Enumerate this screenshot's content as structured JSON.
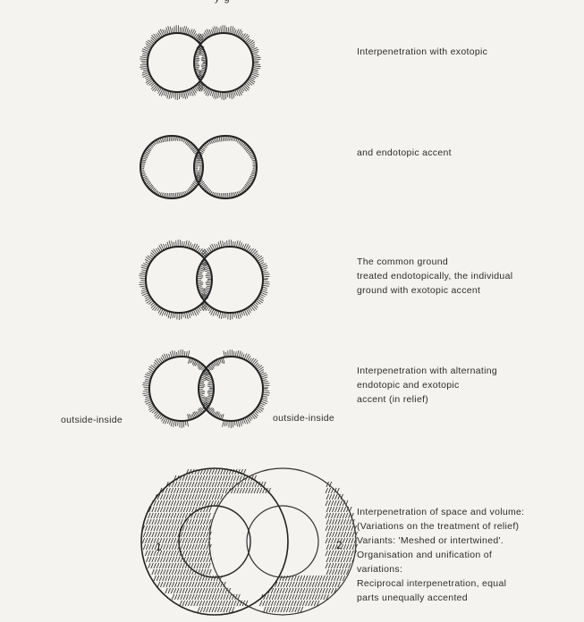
{
  "header_fragment": "y            g",
  "figures": [
    {
      "id": "exotopic",
      "caption_lines": [
        "Interpenetration with exotopic"
      ]
    },
    {
      "id": "endotopic",
      "caption_lines": [
        "and endotopic accent"
      ]
    },
    {
      "id": "common-ground",
      "caption_lines": [
        "The common ground",
        "treated endotopically, the individual",
        "ground with exotopic accent"
      ]
    },
    {
      "id": "alternating",
      "caption_lines": [
        "Interpenetration with alternating",
        "endotopic and exotopic",
        "accent (in relief)"
      ],
      "left_label": "outside-inside",
      "right_label": "outside-inside"
    },
    {
      "id": "space-volume",
      "caption_lines": [
        "Interpenetration of space and volume:",
        "(Variations on the treatment of relief)",
        "Variants: 'Meshed or intertwined'.",
        "Organisation and unification of",
        "variations:",
        "Reciprocal interpenetration, equal",
        "parts unequally accented"
      ],
      "numbers": [
        "1",
        "2"
      ]
    }
  ]
}
